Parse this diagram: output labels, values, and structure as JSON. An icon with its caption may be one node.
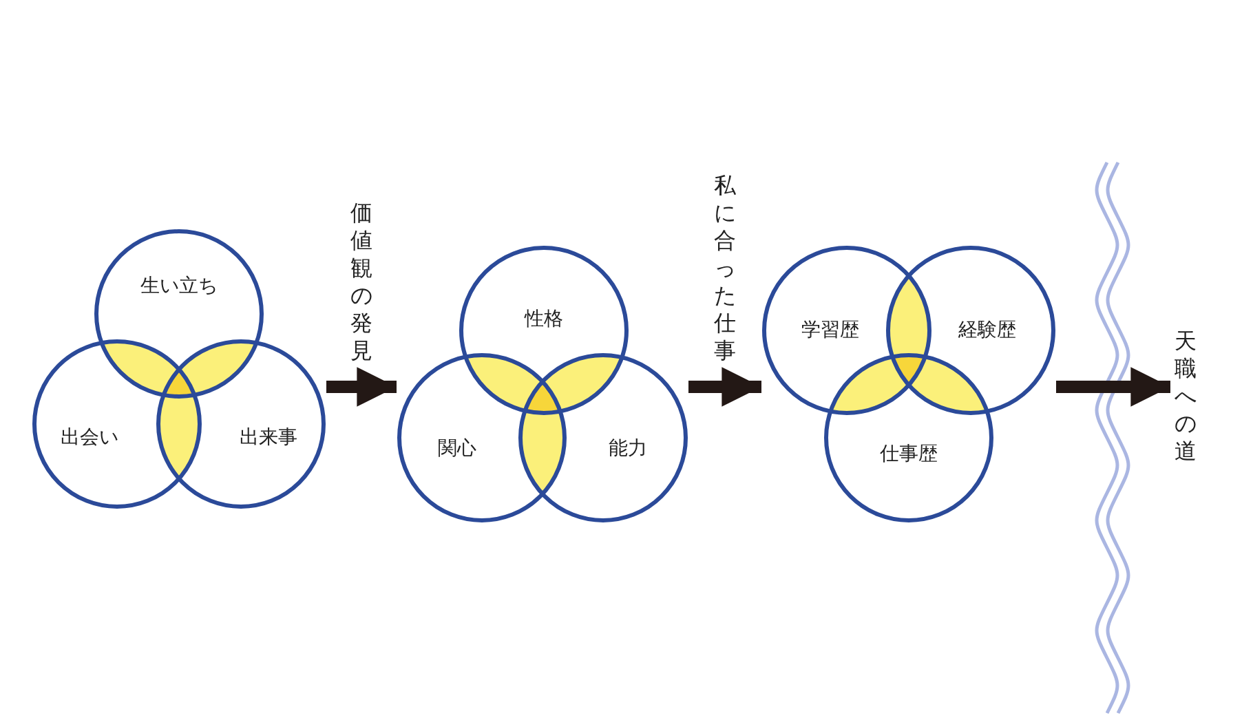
{
  "diagram": {
    "nodes": [
      {
        "text": [
          "生い立ち"
        ]
      },
      {
        "text": [
          "出会い"
        ]
      },
      {
        "text": [
          "出来事"
        ]
      },
      {
        "text": [
          "性格"
        ]
      },
      {
        "text": [
          "関心"
        ]
      },
      {
        "text": [
          "能力"
        ]
      },
      {
        "text": [
          "学習歴"
        ]
      },
      {
        "text": [
          "経験歴"
        ]
      },
      {
        "text": [
          "仕事歴"
        ]
      },
      {
        "text": [
          "天職への道"
        ]
      }
    ],
    "edges": [
      {
        "from": 2,
        "to": 4,
        "arrow": "to",
        "label": "価値観の発見"
      },
      {
        "from": 5,
        "to": 6,
        "arrow": "to",
        "label": "私に合った仕事"
      },
      {
        "from": 7,
        "to": 9,
        "arrow": "to"
      }
    ]
  }
}
